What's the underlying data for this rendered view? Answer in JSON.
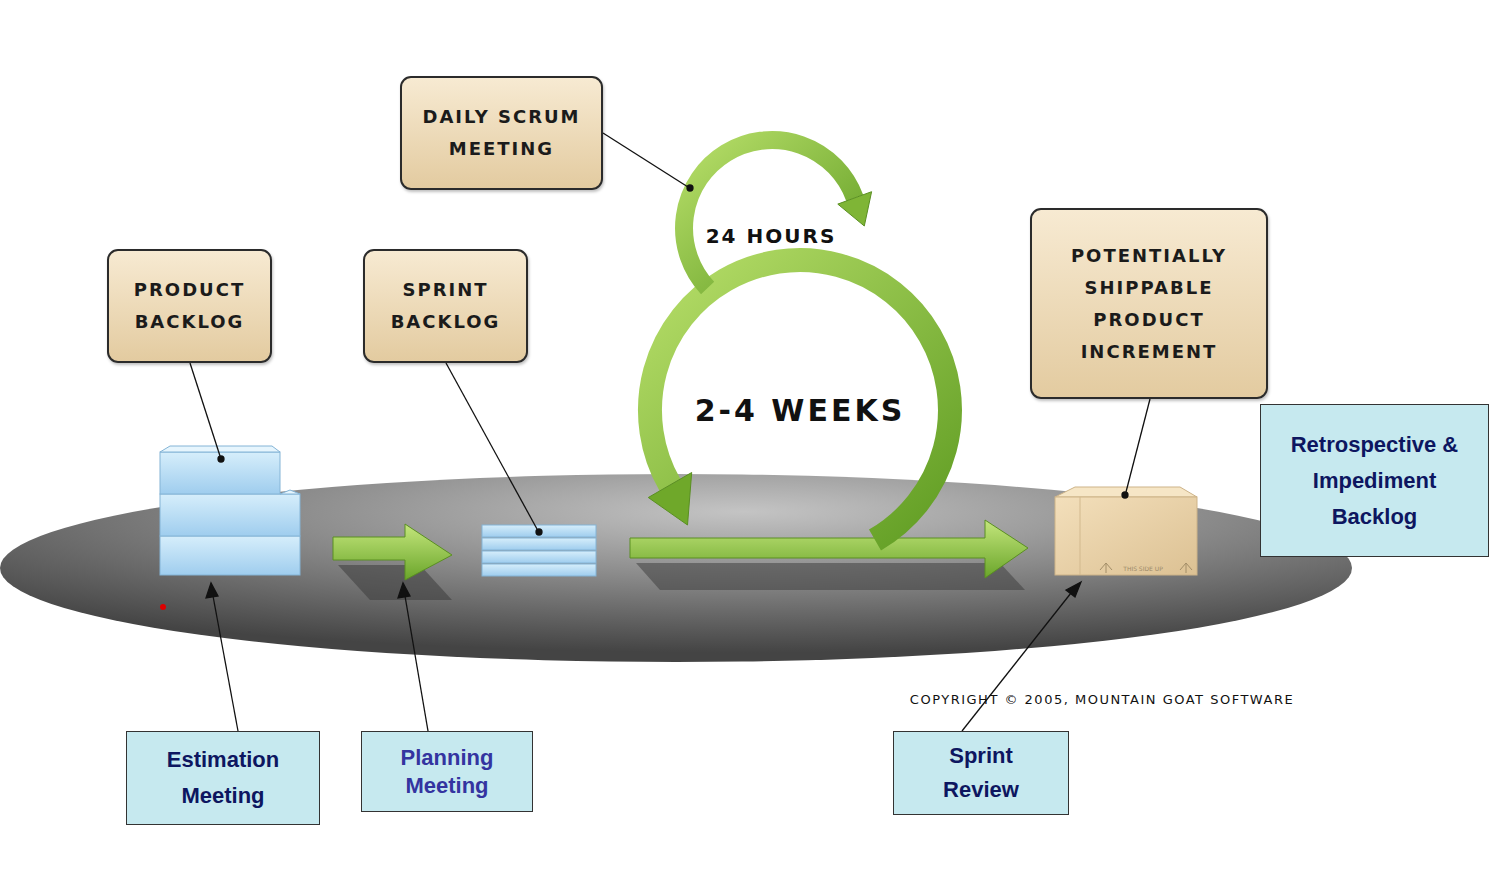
{
  "diagram": {
    "nodes": [
      {
        "text": [
          "DAILY SCRUM MEETING"
        ]
      },
      {
        "text": [
          "PRODUCT BACKLOG"
        ]
      },
      {
        "text": [
          "SPRINT BACKLOG"
        ]
      },
      {
        "text": [
          "POTENTIALLY SHIPPABLE PRODUCT INCREMENT"
        ]
      },
      {
        "text": [
          "Retrospective & Impediment Backlog"
        ]
      },
      {
        "text": [
          "Estimation Meeting"
        ]
      },
      {
        "text": [
          "Planning Meeting"
        ]
      },
      {
        "text": [
          "Sprint Review"
        ]
      }
    ],
    "labels": [
      "24 HOURS",
      "2-4 WEEKS",
      "THIS SIDE UP",
      "COPYRIGHT © 2005, MOUNTAIN GOAT SOFTWARE"
    ]
  }
}
